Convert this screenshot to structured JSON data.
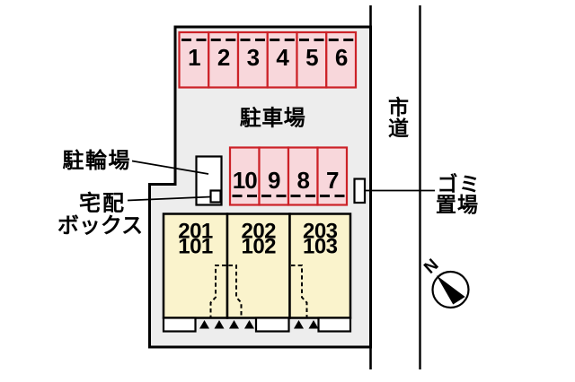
{
  "diagram": {
    "parking": {
      "area_label": "駐車場",
      "row_top": [
        "1",
        "2",
        "3",
        "4",
        "5",
        "6"
      ],
      "row_middle": [
        "10",
        "9",
        "8",
        "7"
      ]
    },
    "bicycle_parking": {
      "label": "駐輪場"
    },
    "delivery_box": {
      "label_line1": "宅配",
      "label_line2": "ボックス"
    },
    "garbage_area": {
      "label_line1": "ゴミ",
      "label_line2": "置場"
    },
    "road": {
      "label_char1": "市",
      "label_char2": "道"
    },
    "building": {
      "units": [
        {
          "upper": "201",
          "lower": "101"
        },
        {
          "upper": "202",
          "lower": "102"
        },
        {
          "upper": "203",
          "lower": "103"
        }
      ]
    },
    "compass": {
      "north_label": "N"
    },
    "colors": {
      "stall_fill": "#f8d7db",
      "stall_border": "#cc2127",
      "building_fill": "#faf3cc",
      "plot_fill": "#ededed",
      "line_color": "#000000",
      "background": "#ffffff"
    }
  }
}
